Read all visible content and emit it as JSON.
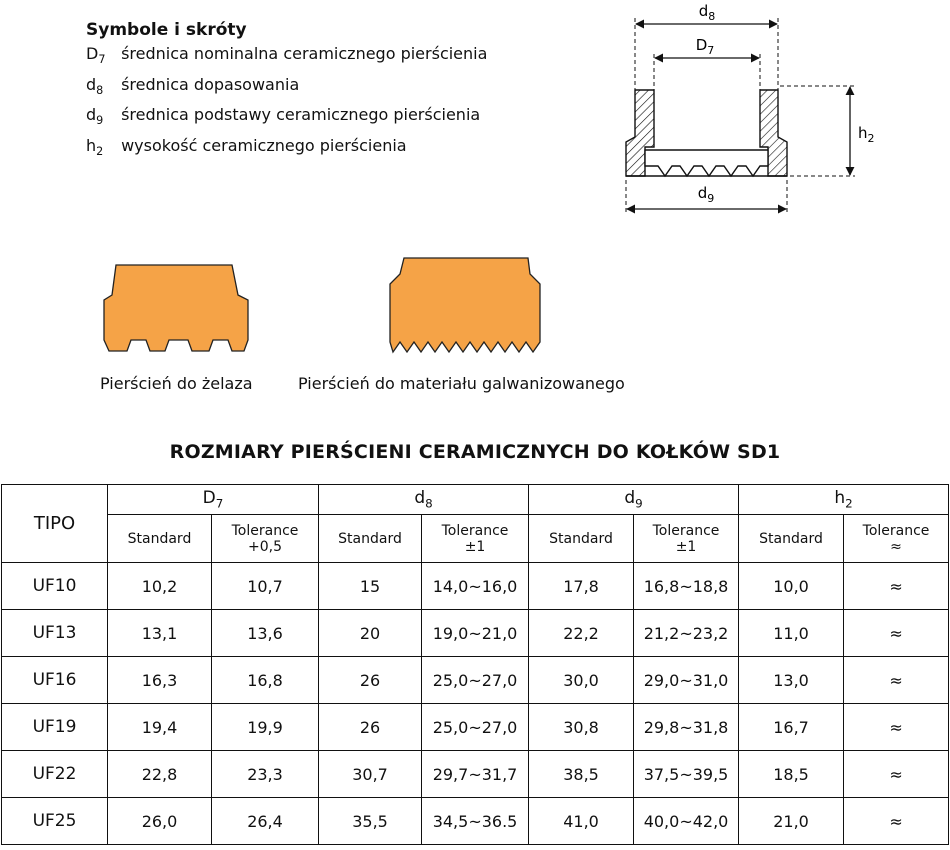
{
  "symbols": {
    "title": "Symbole i skróty",
    "items": [
      {
        "letter": "D",
        "sub": "7",
        "desc": "średnica nominalna ceramicznego pierścienia"
      },
      {
        "letter": "d",
        "sub": "8",
        "desc": "średnica dopasowania"
      },
      {
        "letter": "d",
        "sub": "9",
        "desc": "średnica podstawy ceramicznego pierścienia"
      },
      {
        "letter": "h",
        "sub": "2",
        "desc": "wysokość ceramicznego pierścienia"
      }
    ]
  },
  "diagram": {
    "d8": {
      "letter": "d",
      "sub": "8"
    },
    "D7": {
      "letter": "D",
      "sub": "7"
    },
    "h2": {
      "letter": "h",
      "sub": "2"
    },
    "d9": {
      "letter": "d",
      "sub": "9"
    }
  },
  "rings": {
    "iron_label": "Pierścień do żelaza",
    "galvanized_label": "Pierścień do materiału galwanizowanego",
    "fill_color": "#f5a347",
    "stroke_color": "#222222"
  },
  "table": {
    "title": "ROZMIARY PIERŚCIENI CERAMICZNYCH DO KOŁKÓW SD1",
    "tipo_header": "TIPO",
    "groups": [
      {
        "letter": "D",
        "sub": "7",
        "standard": "Standard",
        "tol1": "Tolerance",
        "tol2": "+0,5"
      },
      {
        "letter": "d",
        "sub": "8",
        "standard": "Standard",
        "tol1": "Tolerance",
        "tol2": "±1"
      },
      {
        "letter": "d",
        "sub": "9",
        "standard": "Standard",
        "tol1": "Tolerance",
        "tol2": "±1"
      },
      {
        "letter": "h",
        "sub": "2",
        "standard": "Standard",
        "tol1": "Tolerance",
        "tol2": "≈"
      }
    ],
    "rows": [
      {
        "tipo": "UF10",
        "cells": [
          "10,2",
          "10,7",
          "15",
          "14,0~16,0",
          "17,8",
          "16,8~18,8",
          "10,0",
          "≈"
        ]
      },
      {
        "tipo": "UF13",
        "cells": [
          "13,1",
          "13,6",
          "20",
          "19,0~21,0",
          "22,2",
          "21,2~23,2",
          "11,0",
          "≈"
        ]
      },
      {
        "tipo": "UF16",
        "cells": [
          "16,3",
          "16,8",
          "26",
          "25,0~27,0",
          "30,0",
          "29,0~31,0",
          "13,0",
          "≈"
        ]
      },
      {
        "tipo": "UF19",
        "cells": [
          "19,4",
          "19,9",
          "26",
          "25,0~27,0",
          "30,8",
          "29,8~31,8",
          "16,7",
          "≈"
        ]
      },
      {
        "tipo": "UF22",
        "cells": [
          "22,8",
          "23,3",
          "30,7",
          "29,7~31,7",
          "38,5",
          "37,5~39,5",
          "18,5",
          "≈"
        ]
      },
      {
        "tipo": "UF25",
        "cells": [
          "26,0",
          "26,4",
          "35,5",
          "34,5~36.5",
          "41,0",
          "40,0~42,0",
          "21,0",
          "≈"
        ]
      }
    ]
  }
}
